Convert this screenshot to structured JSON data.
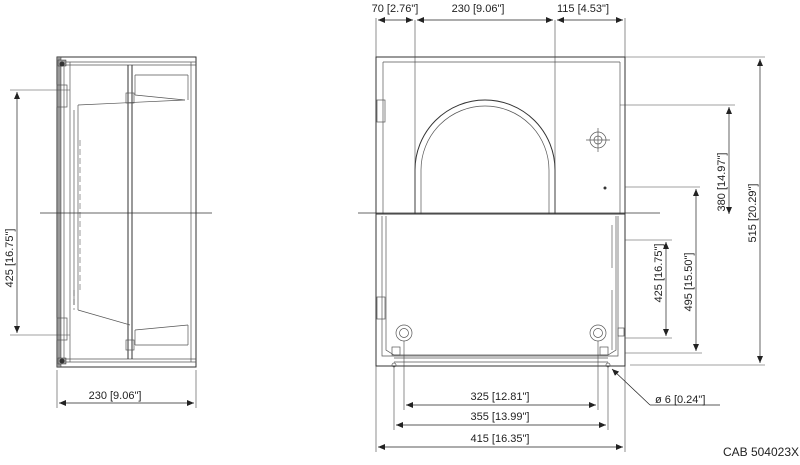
{
  "drawing": {
    "code": "CAB 504023X",
    "dimensions": {
      "top_left": "70 [2.76\"]",
      "top_mid": "230 [9.06\"]",
      "top_right": "115 [4.53\"]",
      "side_width": "230 [9.06\"]",
      "side_height": "425 [16.75\"]",
      "front_h425": "425 [16.75\"]",
      "front_h495": "495 [15.50\"]",
      "front_h380": "380 [14.97\"]",
      "front_h515": "515 [20.29\"]",
      "bottom_325": "325 [12.81\"]",
      "bottom_355": "355 [13.99\"]",
      "bottom_415": "415 [16.35\"]",
      "hole_dia": "ø 6 [0.24\"]"
    }
  },
  "colors": {
    "line": "#333333",
    "hatch": "#999999",
    "background": "#ffffff"
  }
}
